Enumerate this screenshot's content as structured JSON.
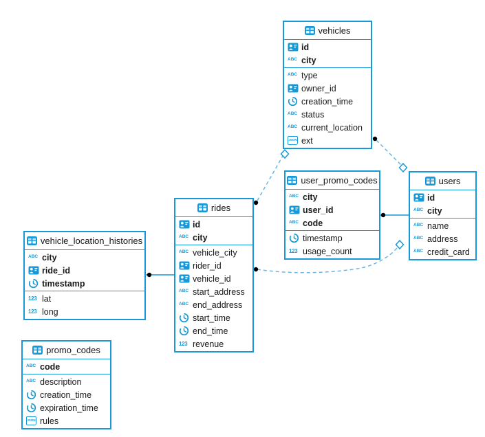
{
  "diagram": {
    "tables": [
      {
        "name": "vehicles",
        "fields": [
          {
            "name": "id",
            "icon": "id-card",
            "key": true
          },
          {
            "name": "city",
            "icon": "text",
            "key": true
          },
          {
            "name": "type",
            "icon": "text",
            "key": false
          },
          {
            "name": "owner_id",
            "icon": "id-card",
            "key": false
          },
          {
            "name": "creation_time",
            "icon": "timestamp",
            "key": false
          },
          {
            "name": "status",
            "icon": "text",
            "key": false
          },
          {
            "name": "current_location",
            "icon": "text",
            "key": false
          },
          {
            "name": "ext",
            "icon": "json",
            "key": false
          }
        ]
      },
      {
        "name": "user_promo_codes",
        "fields": [
          {
            "name": "city",
            "icon": "text",
            "key": true
          },
          {
            "name": "user_id",
            "icon": "id-card",
            "key": true
          },
          {
            "name": "code",
            "icon": "text",
            "key": true
          },
          {
            "name": "timestamp",
            "icon": "timestamp",
            "key": false
          },
          {
            "name": "usage_count",
            "icon": "number",
            "key": false
          }
        ]
      },
      {
        "name": "users",
        "fields": [
          {
            "name": "id",
            "icon": "id-card",
            "key": true
          },
          {
            "name": "city",
            "icon": "text",
            "key": true
          },
          {
            "name": "name",
            "icon": "text",
            "key": false
          },
          {
            "name": "address",
            "icon": "text",
            "key": false
          },
          {
            "name": "credit_card",
            "icon": "text",
            "key": false
          }
        ]
      },
      {
        "name": "rides",
        "fields": [
          {
            "name": "id",
            "icon": "id-card",
            "key": true
          },
          {
            "name": "city",
            "icon": "text",
            "key": true
          },
          {
            "name": "vehicle_city",
            "icon": "text",
            "key": false
          },
          {
            "name": "rider_id",
            "icon": "id-card",
            "key": false
          },
          {
            "name": "vehicle_id",
            "icon": "id-card",
            "key": false
          },
          {
            "name": "start_address",
            "icon": "text",
            "key": false
          },
          {
            "name": "end_address",
            "icon": "text",
            "key": false
          },
          {
            "name": "start_time",
            "icon": "timestamp",
            "key": false
          },
          {
            "name": "end_time",
            "icon": "timestamp",
            "key": false
          },
          {
            "name": "revenue",
            "icon": "number",
            "key": false
          }
        ]
      },
      {
        "name": "vehicle_location_histories",
        "fields": [
          {
            "name": "city",
            "icon": "text",
            "key": true
          },
          {
            "name": "ride_id",
            "icon": "id-card",
            "key": true
          },
          {
            "name": "timestamp",
            "icon": "timestamp",
            "key": true
          },
          {
            "name": "lat",
            "icon": "number",
            "key": false
          },
          {
            "name": "long",
            "icon": "number",
            "key": false
          }
        ]
      },
      {
        "name": "promo_codes",
        "fields": [
          {
            "name": "code",
            "icon": "text",
            "key": true
          },
          {
            "name": "description",
            "icon": "text",
            "key": false
          },
          {
            "name": "creation_time",
            "icon": "timestamp",
            "key": false
          },
          {
            "name": "expiration_time",
            "icon": "timestamp",
            "key": false
          },
          {
            "name": "rules",
            "icon": "json",
            "key": false
          }
        ]
      }
    ],
    "relations": [
      {
        "from": "vehicle_location_histories",
        "to": "rides",
        "style": "solid"
      },
      {
        "from": "user_promo_codes",
        "to": "users",
        "style": "solid"
      },
      {
        "from": "rides",
        "to": "vehicles",
        "style": "dashed"
      },
      {
        "from": "vehicles",
        "to": "users",
        "style": "dashed"
      },
      {
        "from": "rides",
        "to": "users",
        "style": "dashed"
      }
    ]
  },
  "icons": {
    "text": "ABC",
    "number": "123",
    "json": "JSON"
  },
  "colors": {
    "accent": "#1699d8",
    "dashed_line": "#68b6e4",
    "dot": "#000000"
  }
}
